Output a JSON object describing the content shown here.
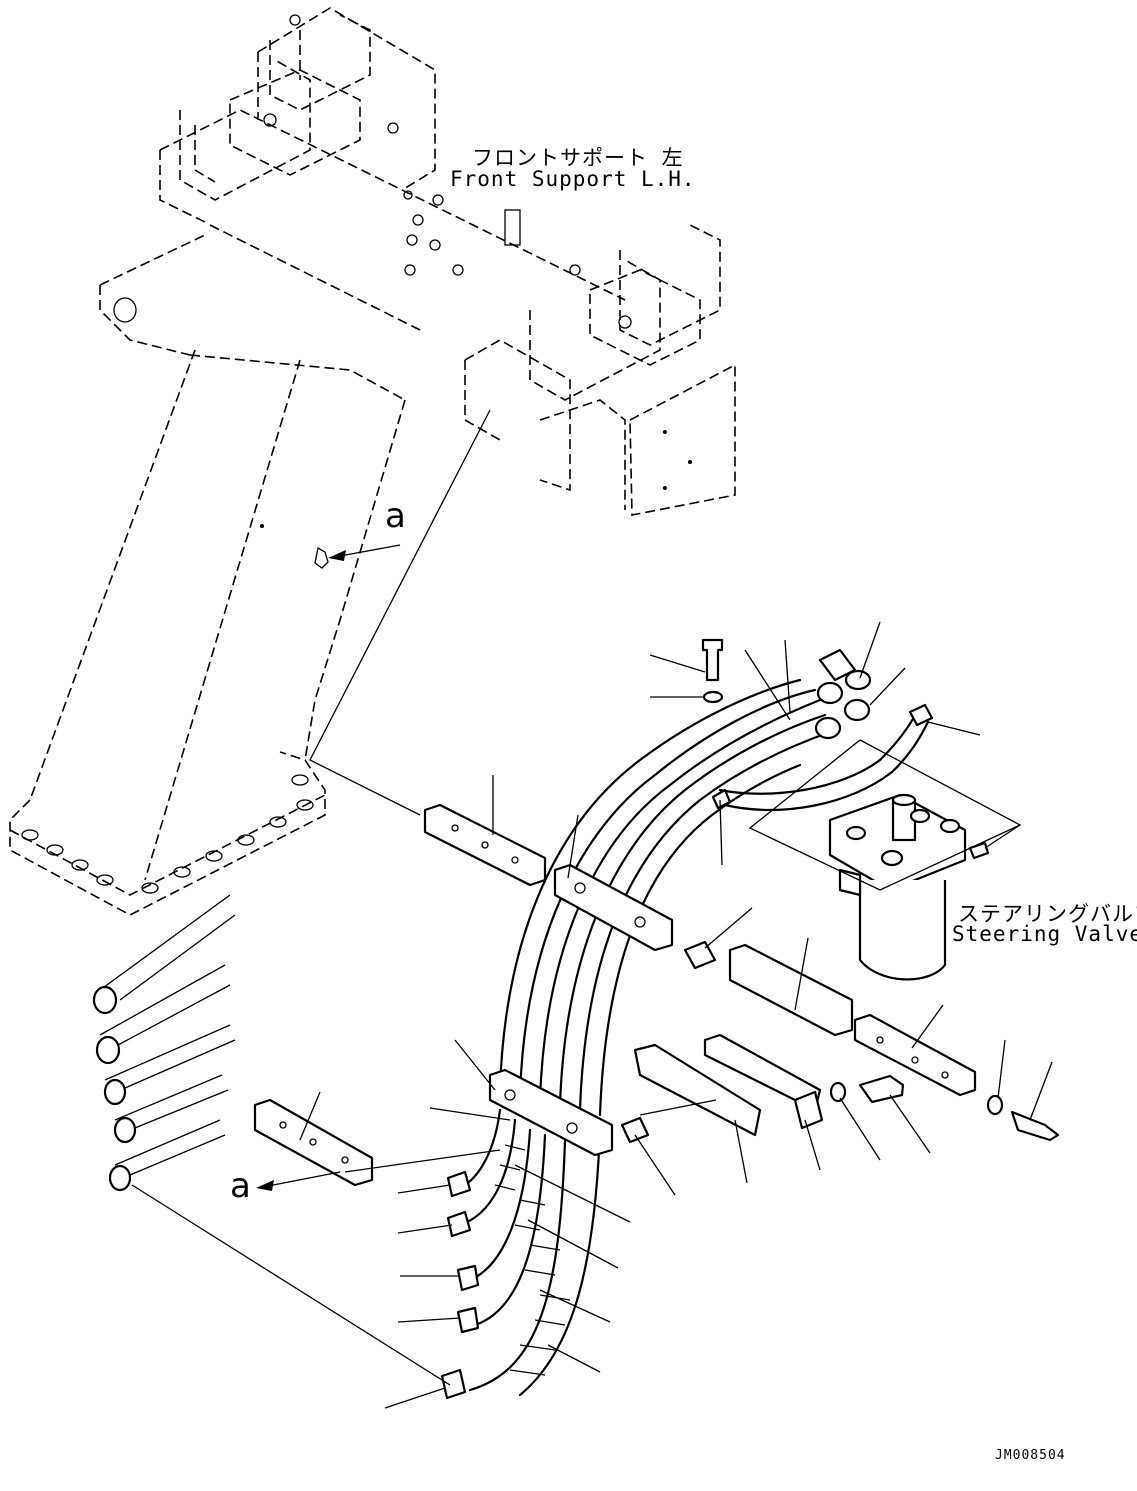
{
  "labels": {
    "front_support_jp": "フロントサポート 左",
    "front_support_en": "Front Support L.H.",
    "steering_valve_jp": "ステアリングバルブ",
    "steering_valve_en": "Steering Valve",
    "ref_a_top": "a",
    "ref_a_bottom": "a",
    "drawing_code": "JM008504"
  }
}
